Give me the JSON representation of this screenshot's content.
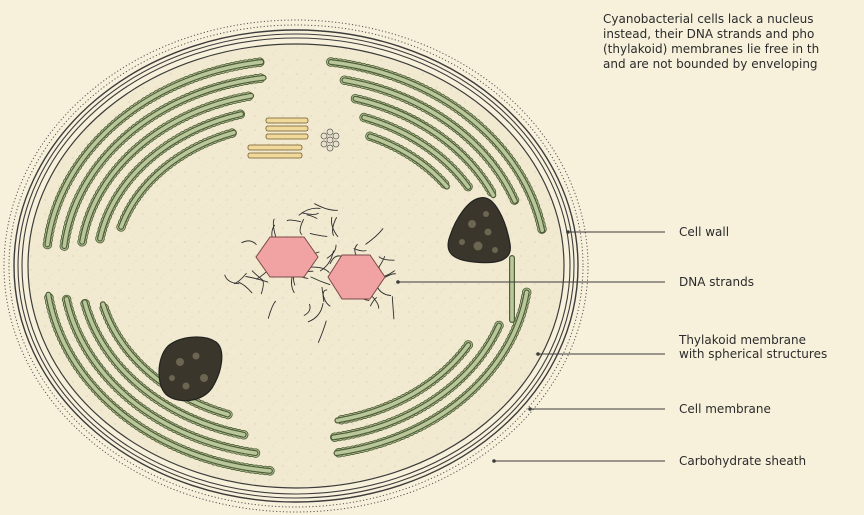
{
  "caption": {
    "lines": [
      "Cyanobacterial cells lack a nucleus",
      "instead, their DNA strands and pho",
      "(thylakoid) membranes lie free in th",
      "and are not bounded by enveloping"
    ]
  },
  "labels": {
    "cell_wall": "Cell wall",
    "dna_strands": "DNA strands",
    "thylakoid_line1": "Thylakoid membrane",
    "thylakoid_line2": "with spherical structures",
    "cell_membrane": "Cell membrane",
    "carbohydrate_sheath": "Carbohydrate sheath"
  },
  "colors": {
    "background": "#f7f1dc",
    "cytoplasm": "#f2ead0",
    "thylakoid_fill": "#b9c79a",
    "thylakoid_stroke": "#4f5e38",
    "granule": "#4a4a2f",
    "nucleoid_crystal": "#f1a3a3",
    "polyphosphate": "#3a362c",
    "outline": "#3c3c3c"
  }
}
